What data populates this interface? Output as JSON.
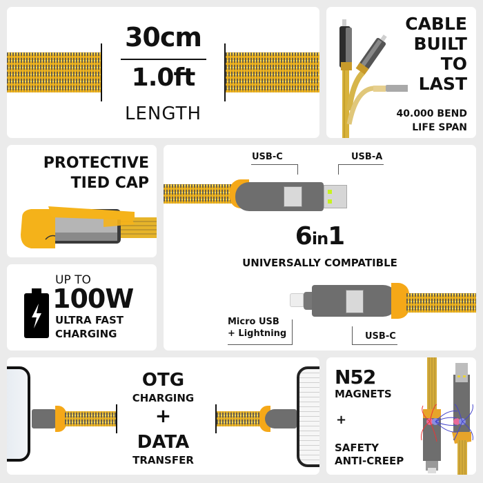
{
  "colors": {
    "background": "#ebebeb",
    "panel": "#ffffff",
    "braid_yellow": "#f2b51c",
    "braid_dark": "#505050",
    "connector_gray": "#6e6e6e",
    "collar_orange": "#f5a818",
    "usb_a_contact_green": "#c8f21e",
    "text": "#111111"
  },
  "panels": {
    "length": {
      "metric": "30cm",
      "imperial": "1.0ft",
      "label": "LENGTH"
    },
    "durability": {
      "headline_lines": [
        "CABLE",
        "BUILT",
        "TO",
        "LAST"
      ],
      "subline_lines": [
        "40.000 BEND",
        "LIFE SPAN"
      ]
    },
    "cap": {
      "title_lines": [
        "PROTECTIVE",
        "TIED CAP"
      ],
      "icon": "cable-cap-image"
    },
    "power": {
      "prefix": "UP TO",
      "wattage": "100W",
      "desc_lines": [
        "ULTRA FAST",
        "CHARGING"
      ],
      "icon": "battery-charging-icon"
    },
    "compat": {
      "labels": {
        "top_usb_c": "USB-C",
        "top_usb_a": "USB-A",
        "bottom_micro": [
          "Micro USB",
          "+ Lightning"
        ],
        "bottom_usb_c": "USB-C"
      },
      "headline_num": "6",
      "headline_in": "in",
      "headline_num2": "1",
      "subtitle": "UNIVERSALLY COMPATIBLE"
    },
    "otg": {
      "title": "OTG",
      "subtitle": "CHARGING",
      "plus": "+",
      "title2": "DATA",
      "subtitle2": "TRANSFER"
    },
    "magnets": {
      "title": "N52",
      "subtitle": "MAGNETS",
      "plus": "+",
      "feature_lines": [
        "SAFETY",
        "ANTI-CREEP"
      ]
    }
  }
}
